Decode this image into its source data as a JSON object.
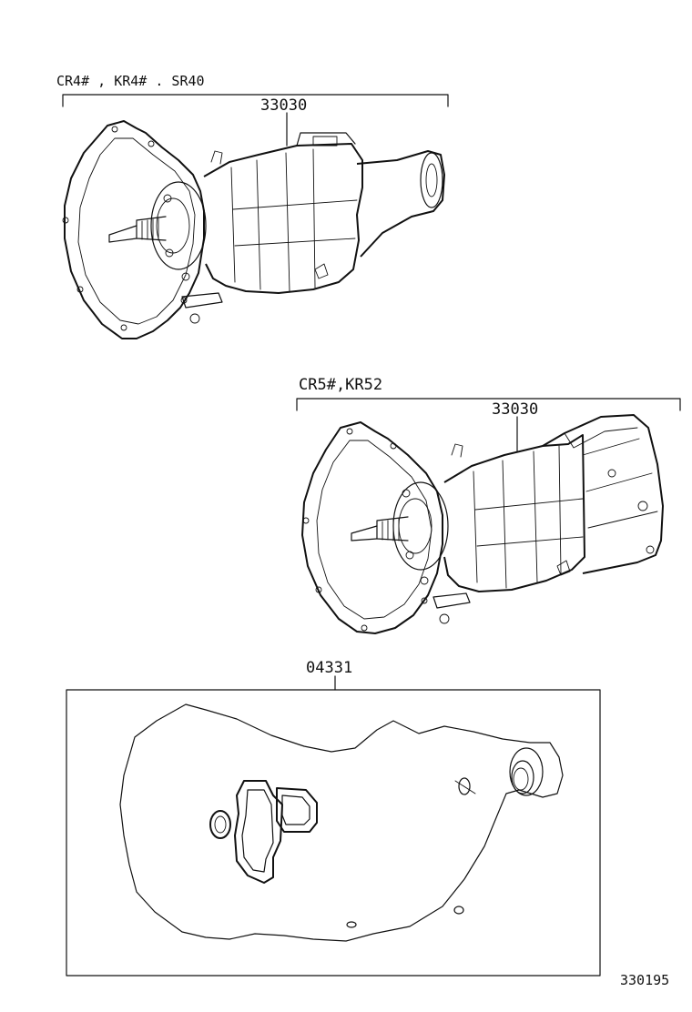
{
  "groups": [
    {
      "models": "CR4# , KR4# . SR40",
      "part_number": "33030"
    },
    {
      "models": "CR5#,KR52",
      "part_number": "33030"
    }
  ],
  "kit": {
    "part_number": "04331"
  },
  "figure_ref": "330195"
}
